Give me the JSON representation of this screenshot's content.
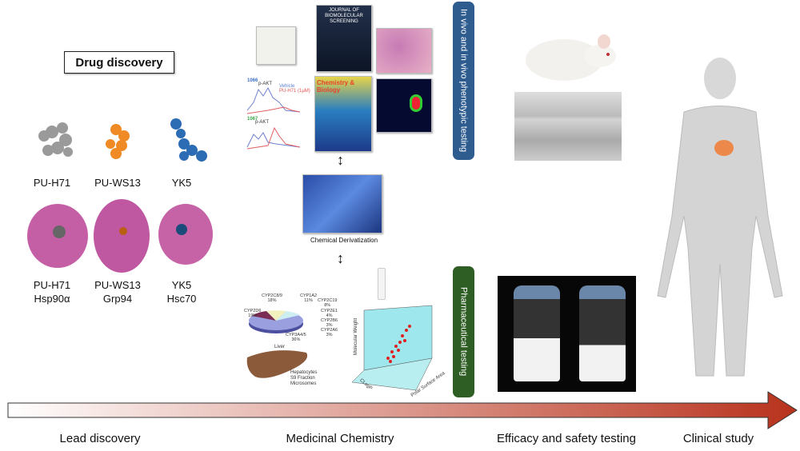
{
  "lead": {
    "title": "Drug discovery",
    "ligands": [
      {
        "name": "PU-H71",
        "color": "#9a9a9a"
      },
      {
        "name": "PU-WS13",
        "color": "#ef8a25"
      },
      {
        "name": "YK5",
        "color": "#2b6cb5"
      }
    ],
    "complexes": [
      {
        "ligand": "PU-H71",
        "protein": "Hsp90α"
      },
      {
        "ligand": "PU-WS13",
        "protein": "Grp94"
      },
      {
        "ligand": "YK5",
        "protein": "Hsc70"
      }
    ],
    "protein_color": "#c55fa5"
  },
  "medchem": {
    "journal1": "JOURNAL OF BIOMOLECULAR SCREENING",
    "journal2": "Chemistry & Biology",
    "traces": {
      "id1": "1066",
      "id2": "1067",
      "peak": "p-AKT",
      "legend_a": "Vehicle",
      "legend_b": "PU-H71 (1μM)"
    },
    "derivatization_label": "Chemical Derivatization",
    "pie": {
      "slices": [
        {
          "label": "CYP2C8/9",
          "pct": "18%"
        },
        {
          "label": "CYP1A2",
          "pct": "11%"
        },
        {
          "label": "CYP2C19",
          "pct": "8%"
        },
        {
          "label": "CYP2E1",
          "pct": "4%"
        },
        {
          "label": "CYP2B6",
          "pct": "3%"
        },
        {
          "label": "CYP2A6",
          "pct": "3%"
        },
        {
          "label": "CYP3A4/5",
          "pct": "36%"
        },
        {
          "label": "CYP2D6",
          "pct": "19%"
        }
      ]
    },
    "liver": {
      "label": "Liver",
      "fractions": [
        "Hepatocytes",
        "S9 Fraction",
        "Microsomes"
      ]
    },
    "scatter": {
      "ylabel": "Molecular Weight",
      "xlabel": "Polar Surface Area",
      "zlabel": "CLogP"
    }
  },
  "banners": {
    "invivo": {
      "label": "In vivo and in vivo phenotypic testing",
      "color": "#2e5c8f"
    },
    "pharma": {
      "label": "Pharmaceutical testing",
      "color": "#2f5e25"
    }
  },
  "timeline": {
    "stages": [
      "Lead discovery",
      "Medicinal Chemistry",
      "Efficacy and safety testing",
      "Clinical study"
    ],
    "gradient": [
      "#ffffff",
      "#b8321c"
    ]
  }
}
